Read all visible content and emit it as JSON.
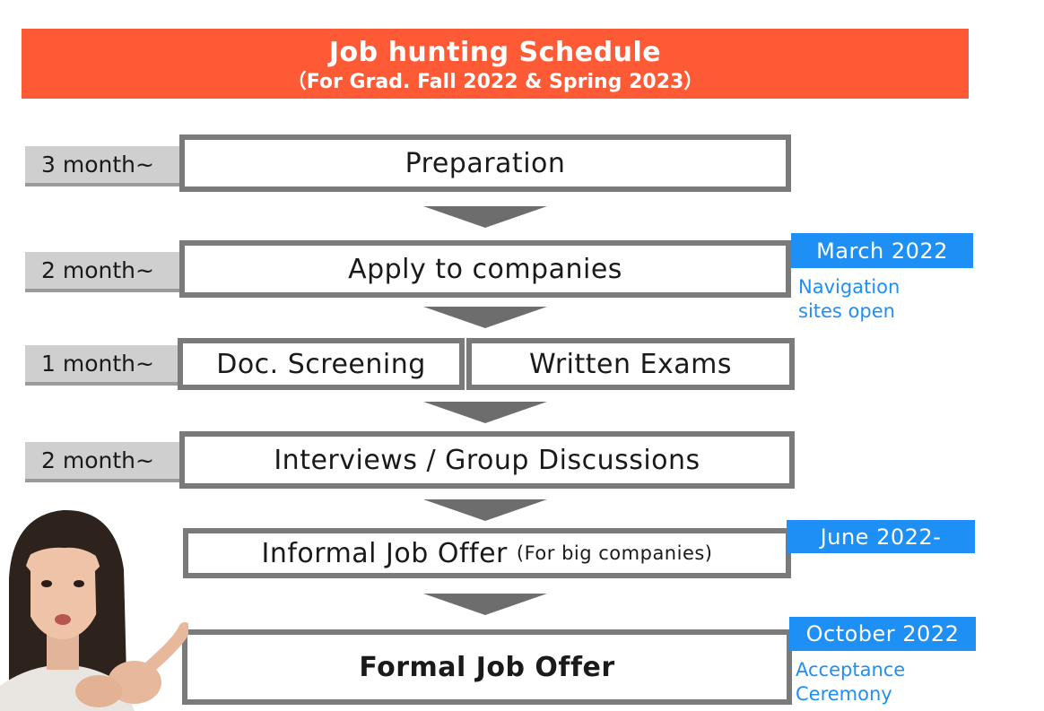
{
  "header": {
    "title": "Job hunting Schedule",
    "subtitle": "（For Grad. Fall 2022 & Spring 2023）"
  },
  "steps": {
    "preparation": {
      "duration": "3 month~",
      "label": "Preparation"
    },
    "apply": {
      "duration": "2 month~",
      "label": "Apply to companies",
      "date": "March 2022",
      "note_line1": "Navigation",
      "note_line2": "sites open"
    },
    "screening": {
      "duration": "1 month~",
      "label_left": "Doc. Screening",
      "label_right": "Written Exams"
    },
    "interviews": {
      "duration": "2 month~",
      "label": "Interviews / Group Discussions"
    },
    "informal": {
      "label": "Informal Job Offer",
      "label_small": "(For big companies)",
      "date": "June 2022-"
    },
    "formal": {
      "label": "Formal Job Offer",
      "date": "October 2022",
      "note_line1": "Acceptance",
      "note_line2": "Ceremony"
    }
  },
  "colors": {
    "banner": "#ff5a36",
    "date_tag": "#1e8ff5",
    "box_border": "#7a7a7a",
    "duration_tag": "#cfcfcf",
    "arrow": "#6d6d6d"
  }
}
